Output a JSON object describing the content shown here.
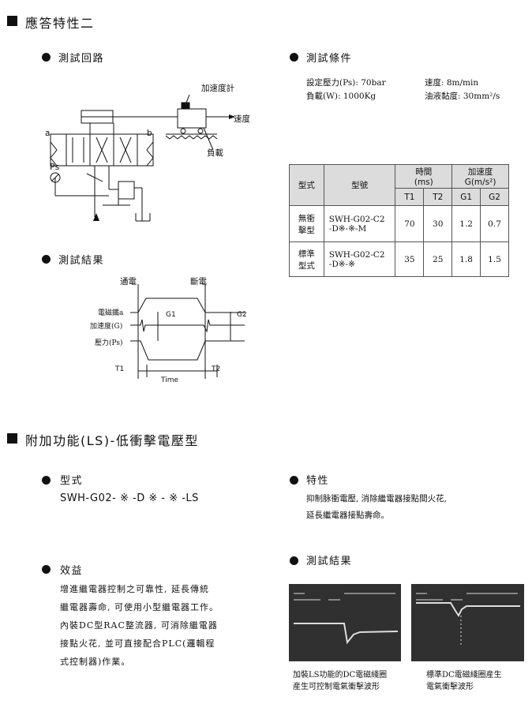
{
  "section1": {
    "title": "應答特性二"
  },
  "test_circuit": {
    "heading": "測試回路",
    "label_accel": "加速度計",
    "label_speed": "速度",
    "label_load": "負載",
    "label_a": "a",
    "label_b": "b",
    "label_ps": "Ps"
  },
  "test_conditions": {
    "heading": "測試條件",
    "pressure": "設定壓力(Ps): 70bar",
    "load": "負載(W): 1000Kg",
    "speed": "速度: 8m/min",
    "viscosity": "油液黏度: 30mm²/s"
  },
  "spec_table": {
    "h_type": "型式",
    "h_model": "型號",
    "h_time": "時間",
    "h_time_unit": "(ms)",
    "h_accel": "加速度",
    "h_accel_unit": "G(m/s²)",
    "h_t1": "T1",
    "h_t2": "T2",
    "h_g1": "G1",
    "h_g2": "G2",
    "rows": [
      {
        "type_l1": "無衝",
        "type_l2": "擊型",
        "model_l1": "SWH-G02-C2",
        "model_l2": "-D※-※-M",
        "t1": "70",
        "t2": "30",
        "g1": "1.2",
        "g2": "0.7"
      },
      {
        "type_l1": "標準",
        "type_l2": "型式",
        "model_l1": "SWH-G02-C2",
        "model_l2": "-D※-※",
        "t1": "35",
        "t2": "25",
        "g1": "1.8",
        "g2": "1.5"
      }
    ]
  },
  "test_results": {
    "heading": "測試結果",
    "label_on": "通電",
    "label_off": "斷電",
    "label_solenoid": "電磁鐵a",
    "label_accel": "加速度(G)",
    "label_pressure": "壓力(Ps)",
    "label_g1": "G1",
    "label_g2": "G2",
    "label_t1": "T1",
    "label_t2": "T2",
    "label_time": "Time"
  },
  "section2": {
    "title": "附加功能(LS)-低衝擊電壓型"
  },
  "model_block": {
    "heading": "型式",
    "model": "SWH-G02- ※ -D ※ - ※ -LS"
  },
  "features": {
    "heading": "特性",
    "line1": "抑制脉衝電壓, 消除繼電器接點間火花,",
    "line2": "延長繼電器接點壽命。"
  },
  "benefits": {
    "heading": "效益",
    "lines": [
      "增進繼電器控制之可靠性, 延長傳統",
      "繼電器壽命, 可使用小型繼電器工作。",
      "內裝DC型RAC整流器, 可消除繼電器",
      "接點火花, 並可直接配合PLC(邏輯程",
      "式控制器)作業。"
    ]
  },
  "results2": {
    "heading": "測試結果",
    "cap1_l1": "加裝LS功能的DC電磁綫圈",
    "cap1_l2": "産生可控制電氣衝擊波形",
    "cap2_l1": "標準DC電磁綫圈産生",
    "cap2_l2": "電氣衝擊波形"
  },
  "colors": {
    "table_header": "#dcdcdc",
    "scope_bg": "#303030"
  }
}
